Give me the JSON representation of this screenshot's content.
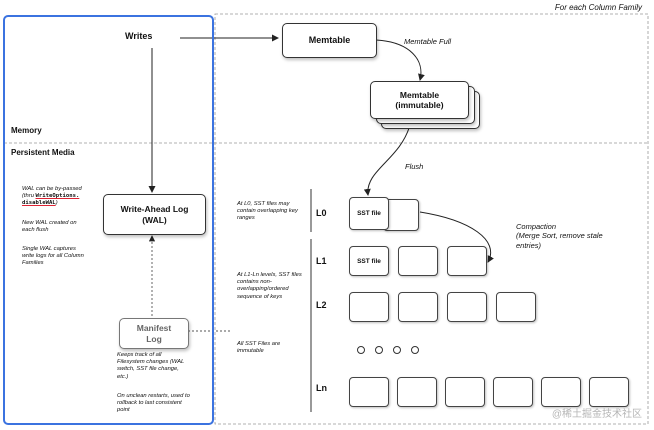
{
  "header": {
    "column_family_label": "For each Column Family"
  },
  "sections": {
    "memory": "Memory",
    "persistent": "Persistent Media"
  },
  "flow": {
    "writes": "Writes",
    "memtable": "Memtable",
    "memtable_full": "Memtable Full",
    "immutable_line1": "Memtable",
    "immutable_line2": "(immutable)",
    "flush": "Flush",
    "compaction_line1": "Compaction",
    "compaction_line2": "(Merge Sort, remove stale",
    "compaction_line3": "entries)"
  },
  "wal": {
    "box_line1": "Write-Ahead Log",
    "box_line2": "(WAL)",
    "note_bypass_1": "WAL can be by-passed",
    "note_bypass_2": "(thru",
    "note_bypass_code1": "WriteOptions.",
    "note_bypass_code2": "disableWAL",
    "note_bypass_3": ")",
    "note_new_1": "New WAL created on",
    "note_new_2": "each flush",
    "note_single_1": "Single WAL captures",
    "note_single_2": "write logs for all Column",
    "note_single_3": "Families"
  },
  "manifest": {
    "box_line1": "Manifest",
    "box_line2": "Log",
    "note1_1": "Keeps track of all",
    "note1_2": "Filesystem changes (WAL",
    "note1_3": "switch, SST file change,",
    "note1_4": "etc.)",
    "note2_1": "On unclean restarts, used to",
    "note2_2": "rollback to last consistent",
    "note2_3": "point"
  },
  "levels": {
    "l0": "L0",
    "l1": "L1",
    "l2": "L2",
    "ln": "Ln",
    "sst_label": "SST file",
    "note_l0_1": "At L0, SST files may",
    "note_l0_2": "contain overlapping key",
    "note_l0_3": "ranges",
    "note_l1_1": "At L1-Ln levels, SST files",
    "note_l1_2": "contains non-",
    "note_l1_3": "overlapping/ordered",
    "note_l1_4": "sequence of keys",
    "note_immutable_1": "All SST Files are",
    "note_immutable_2": "immutable"
  },
  "watermark": "@稀土掘金技术社区"
}
